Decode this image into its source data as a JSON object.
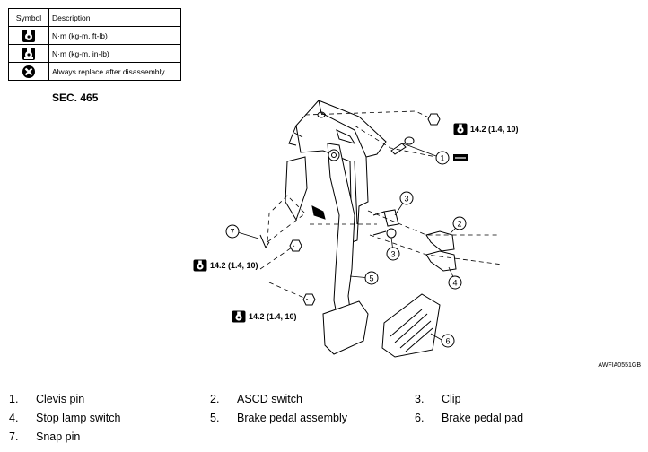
{
  "symbol_table": {
    "header_symbol": "Symbol",
    "header_description": "Description",
    "rows": [
      {
        "icon": "torque-wrench-icon",
        "description": "N·m (kg-m, ft-lb)"
      },
      {
        "icon": "torque-wrench-inlb-icon",
        "description": "N·m (kg-m, in-lb)"
      },
      {
        "icon": "replace-part-icon",
        "description": "Always replace after disassembly."
      }
    ]
  },
  "section": "SEC. 465",
  "torque_labels": [
    "14.2 (1.4, 10)",
    "14.2 (1.4, 10)",
    "14.2 (1.4, 10)"
  ],
  "callouts": [
    "1",
    "2",
    "3",
    "3",
    "4",
    "5",
    "6",
    "7"
  ],
  "figure_code": "AWFIA0551GB",
  "legend": [
    {
      "num": "1.",
      "label": "Clevis pin"
    },
    {
      "num": "2.",
      "label": "ASCD switch"
    },
    {
      "num": "3.",
      "label": "Clip"
    },
    {
      "num": "4.",
      "label": "Stop lamp switch"
    },
    {
      "num": "5.",
      "label": "Brake pedal assembly"
    },
    {
      "num": "6.",
      "label": "Brake pedal pad"
    },
    {
      "num": "7.",
      "label": "Snap pin"
    }
  ]
}
